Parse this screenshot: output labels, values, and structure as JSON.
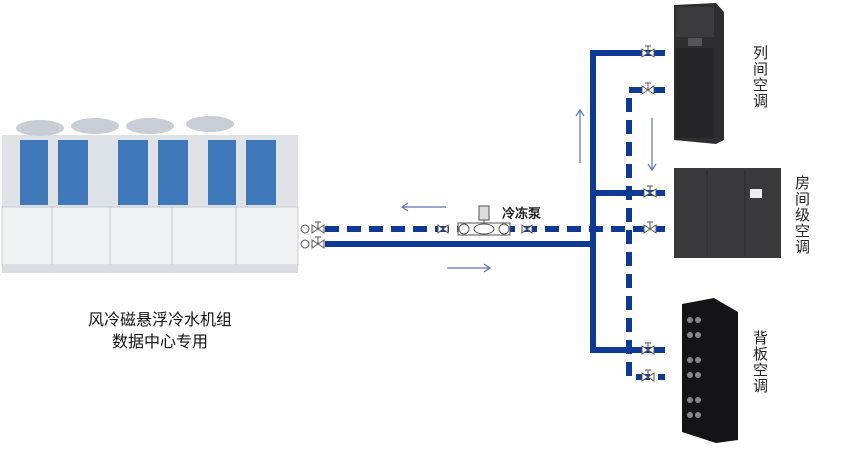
{
  "colors": {
    "pipe": "#0e3a96",
    "arrow": "#5a74b8",
    "unit_dark": "#333",
    "chiller_body": "#eef0f3",
    "coil": "#3f78b8"
  },
  "chiller": {
    "line1": "风冷磁悬浮冷水机组",
    "line2": "数据中心专用",
    "icon": "chiller-unit-icon"
  },
  "pump": {
    "label": "冷冻泵",
    "icon": "pump-icon"
  },
  "units": [
    {
      "label": "列间空调",
      "icon": "in-row-ac-icon"
    },
    {
      "label": "房间级空调",
      "icon": "room-ac-icon"
    },
    {
      "label": "背板空调",
      "icon": "rear-door-ac-icon"
    }
  ],
  "legend": {
    "supply": "solid",
    "return": "dashed"
  }
}
